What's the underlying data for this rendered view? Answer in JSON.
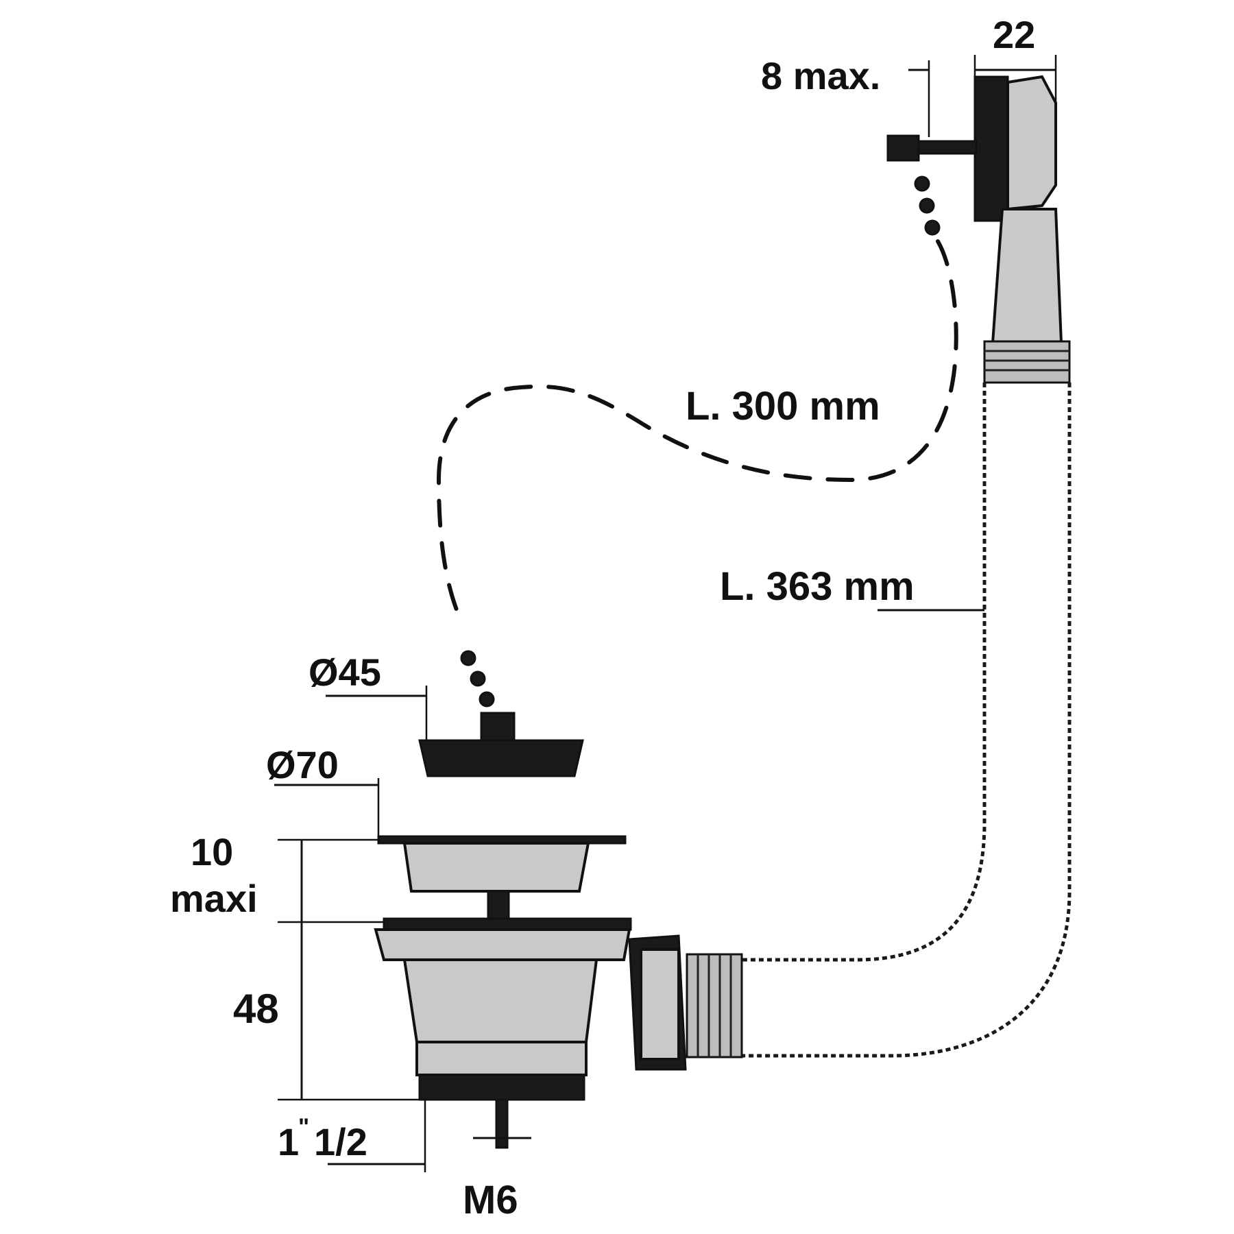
{
  "labels": {
    "overflow_width": "22",
    "overflow_max": "8 max.",
    "chain_length": "L. 300 mm",
    "hose_length": "L. 363 mm",
    "plug_diameter": "Ø45",
    "flange_diameter": "Ø70",
    "flange_thickness_value": "10",
    "flange_thickness_unit": "maxi",
    "body_height": "48",
    "outlet_thread_main": "1",
    "outlet_thread_sup": "\"",
    "outlet_thread_frac": "1/2",
    "bolt_thread": "M6"
  },
  "colors": {
    "line": "#111111",
    "metal": "#c9c9c9",
    "dark_part": "#1a1a1a",
    "background": "#ffffff"
  }
}
